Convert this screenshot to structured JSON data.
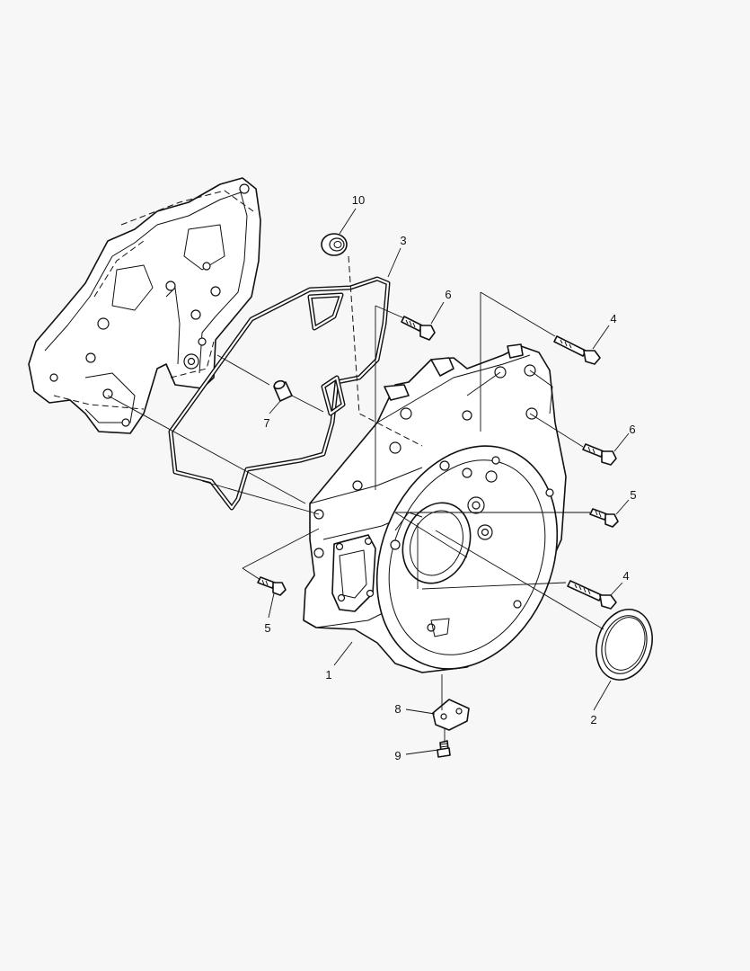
{
  "callouts": [
    {
      "id": "1",
      "label": "1"
    },
    {
      "id": "2",
      "label": "2"
    },
    {
      "id": "3",
      "label": "3"
    },
    {
      "id": "4a",
      "label": "4"
    },
    {
      "id": "4b",
      "label": "4"
    },
    {
      "id": "5a",
      "label": "5"
    },
    {
      "id": "5b",
      "label": "5"
    },
    {
      "id": "6a",
      "label": "6"
    },
    {
      "id": "6b",
      "label": "6"
    },
    {
      "id": "7",
      "label": "7"
    },
    {
      "id": "8",
      "label": "8"
    },
    {
      "id": "9",
      "label": "9"
    },
    {
      "id": "10",
      "label": "10"
    }
  ],
  "colors": {
    "background": "#f7f7f7",
    "line": "#111111",
    "part_fill": "#ffffff"
  }
}
